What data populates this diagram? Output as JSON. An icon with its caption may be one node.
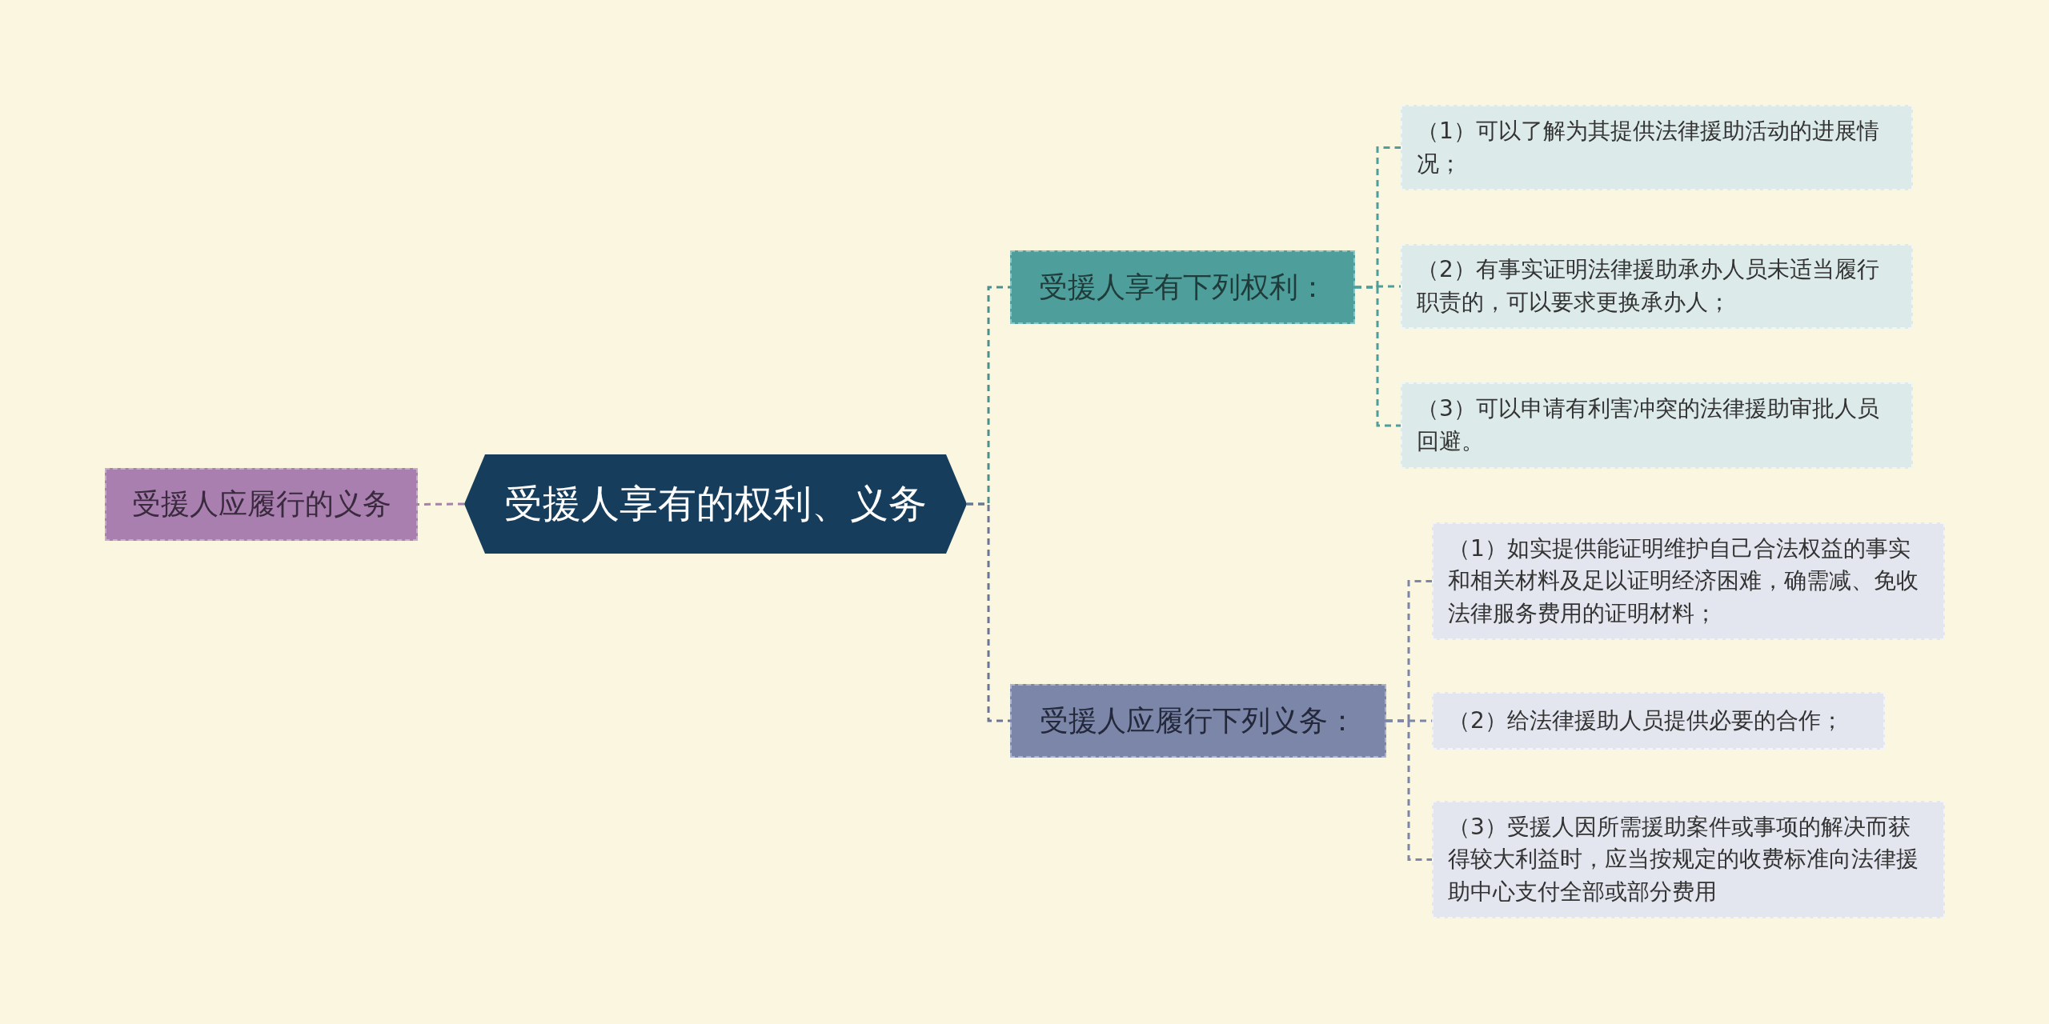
{
  "diagram": {
    "nodes": [
      {
        "text": [
          "受援人享有的权利、义务"
        ]
      },
      {
        "text": [
          "受援人应履行的义务"
        ]
      },
      {
        "text": [
          "受援人享有下列权利："
        ]
      },
      {
        "text": [
          "受援人应履行下列义务："
        ]
      },
      {
        "text": [
          "（1）可以了解为其提供法律援助活动的进展情况；"
        ]
      },
      {
        "text": [
          "（2）有事实证明法律援助承办人员未适当履行职责的，可以要求更换承办人；"
        ]
      },
      {
        "text": [
          "（3）可以申请有利害冲突的法律援助审批人员回避。"
        ]
      },
      {
        "text": [
          "（1）如实提供能证明维护自己合法权益的事实和相关材料及足以证明经济困难，确需减、免收法律服务费用的证明材料；"
        ]
      },
      {
        "text": [
          "（2）给法律援助人员提供必要的合作；"
        ]
      },
      {
        "text": [
          "（3）受援人因所需援助案件或事项的解决而获得较大利益时，应当按规定的收费标准向法律援助中心支付全部或部分费用"
        ]
      }
    ],
    "edges": [
      {
        "from": 0,
        "to": 1,
        "arrow": "none",
        "style": "dashed",
        "color": "#a97fb0"
      },
      {
        "from": 0,
        "to": 2,
        "arrow": "none",
        "style": "dashed",
        "color": "#4e8e8c"
      },
      {
        "from": 0,
        "to": 3,
        "arrow": "none",
        "style": "dashed",
        "color": "#6b7696"
      },
      {
        "from": 2,
        "to": 4,
        "arrow": "none",
        "style": "dashed",
        "color": "#4e9e9b"
      },
      {
        "from": 2,
        "to": 5,
        "arrow": "none",
        "style": "dashed",
        "color": "#4e9e9b"
      },
      {
        "from": 2,
        "to": 6,
        "arrow": "none",
        "style": "dashed",
        "color": "#4e9e9b"
      },
      {
        "from": 3,
        "to": 7,
        "arrow": "none",
        "style": "dashed",
        "color": "#7b86a8"
      },
      {
        "from": 3,
        "to": 8,
        "arrow": "none",
        "style": "dashed",
        "color": "#7b86a8"
      },
      {
        "from": 3,
        "to": 9,
        "arrow": "none",
        "style": "dashed",
        "color": "#7b86a8"
      }
    ]
  }
}
